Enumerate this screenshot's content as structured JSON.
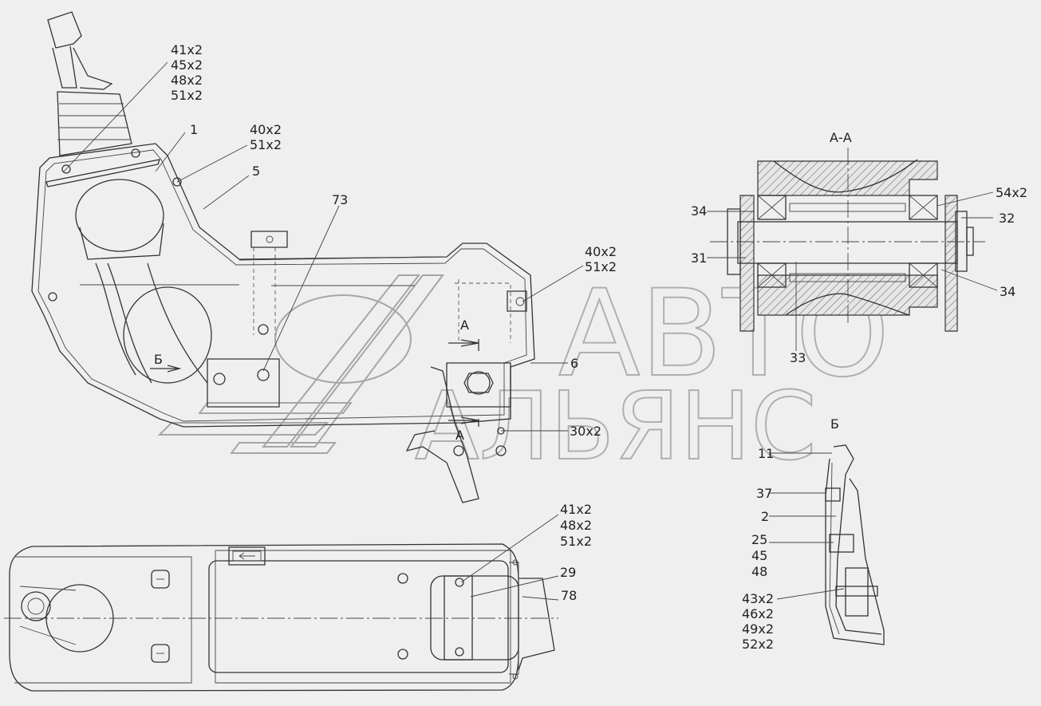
{
  "section_title": "А-А",
  "view_b_title": "Б",
  "arrow_a": "А",
  "arrow_b": "Б",
  "watermark": {
    "line1": "АВТО",
    "line2": "АЛЬЯНС"
  },
  "callouts_main": [
    {
      "id": "c-41-45-48-51",
      "lines": [
        "41x2",
        "45x2",
        "48x2",
        "51x2"
      ]
    },
    {
      "id": "c-1",
      "lines": [
        "1"
      ]
    },
    {
      "id": "c-40-51-top",
      "lines": [
        "40x2",
        "51x2"
      ]
    },
    {
      "id": "c-5",
      "lines": [
        "5"
      ]
    },
    {
      "id": "c-73",
      "lines": [
        "73"
      ]
    },
    {
      "id": "c-40-51-right",
      "lines": [
        "40x2",
        "51x2"
      ]
    },
    {
      "id": "c-6",
      "lines": [
        "6"
      ]
    },
    {
      "id": "c-30",
      "lines": [
        "30x2"
      ]
    }
  ],
  "callouts_section": [
    {
      "id": "c-54",
      "lines": [
        "54x2"
      ]
    },
    {
      "id": "c-34-left",
      "lines": [
        "34"
      ]
    },
    {
      "id": "c-32",
      "lines": [
        "32"
      ]
    },
    {
      "id": "c-31",
      "lines": [
        "31"
      ]
    },
    {
      "id": "c-34-right",
      "lines": [
        "34"
      ]
    },
    {
      "id": "c-33",
      "lines": [
        "33"
      ]
    }
  ],
  "callouts_view_b": [
    {
      "id": "c-11",
      "lines": [
        "11"
      ]
    },
    {
      "id": "c-37",
      "lines": [
        "37"
      ]
    },
    {
      "id": "c-2",
      "lines": [
        "2"
      ]
    },
    {
      "id": "c-25-45-48",
      "lines": [
        "25",
        "45",
        "48"
      ]
    },
    {
      "id": "c-43-46-49-52",
      "lines": [
        "43x2",
        "46x2",
        "49x2",
        "52x2"
      ]
    }
  ],
  "callouts_plan": [
    {
      "id": "c-41-48-51",
      "lines": [
        "41x2",
        "48x2",
        "51x2"
      ]
    },
    {
      "id": "c-29",
      "lines": [
        "29"
      ]
    },
    {
      "id": "c-78",
      "lines": [
        "78"
      ]
    }
  ]
}
